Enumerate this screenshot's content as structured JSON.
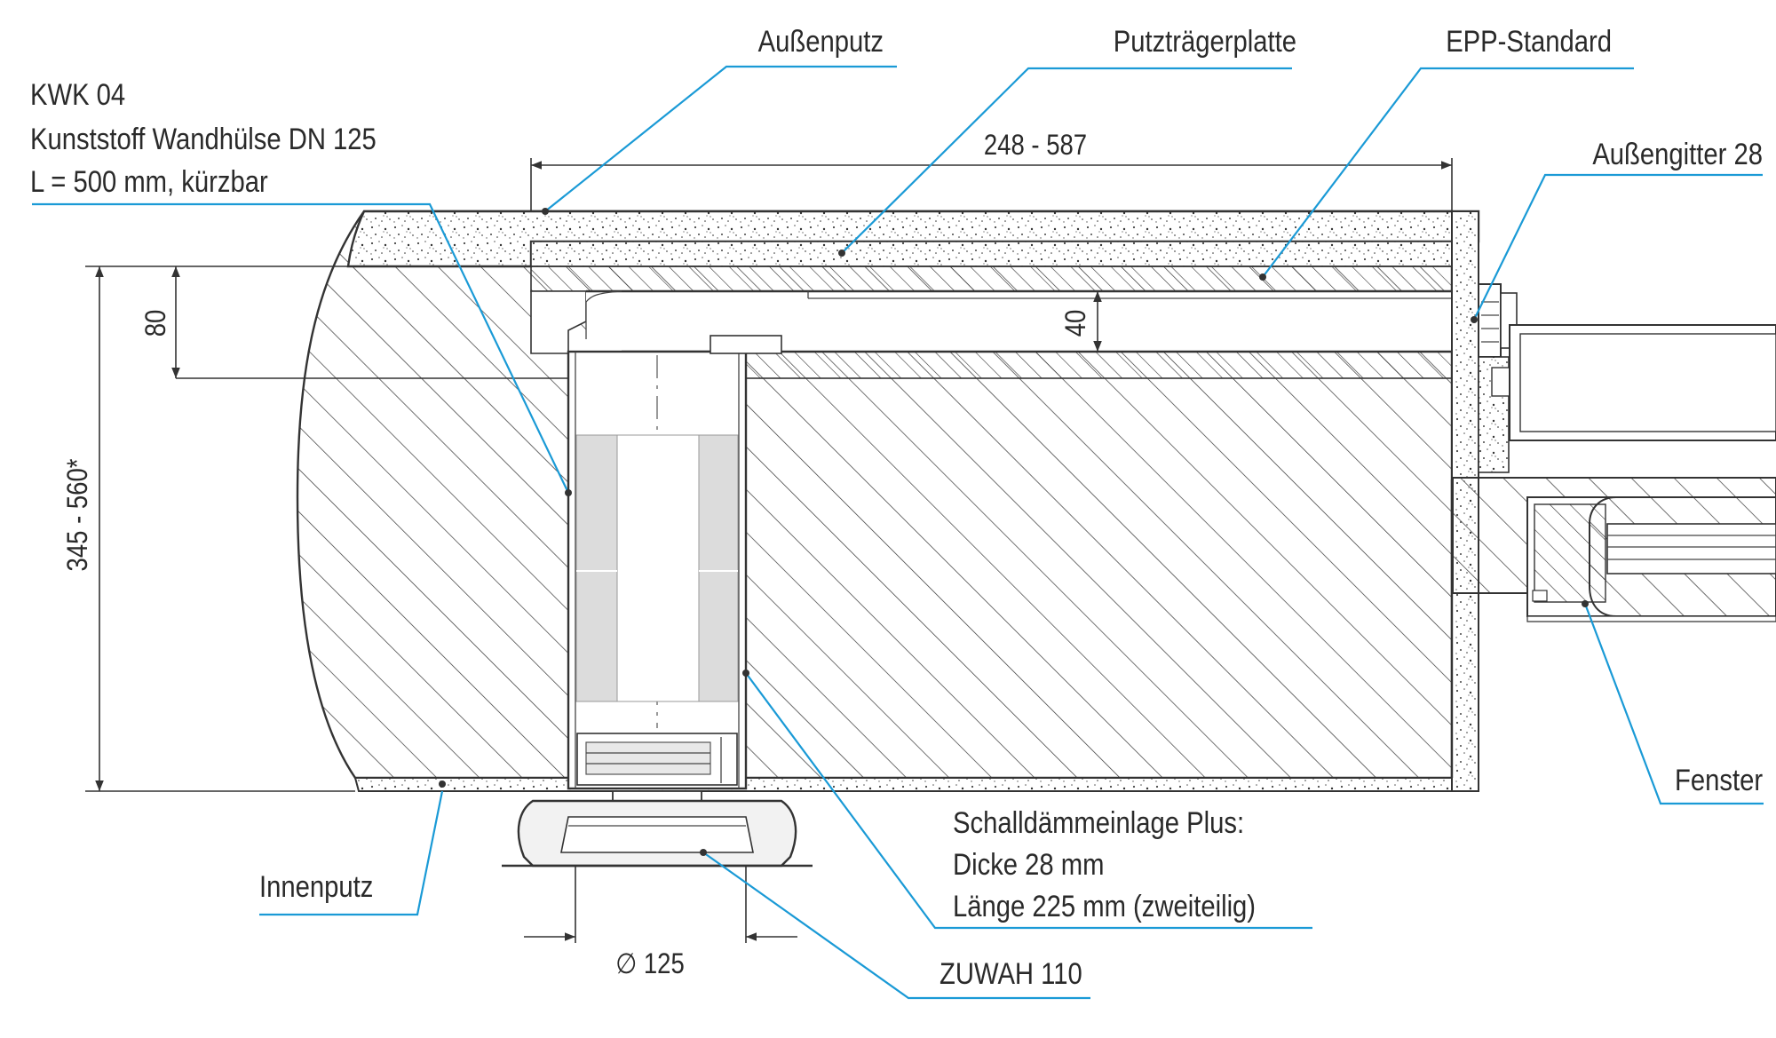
{
  "labels": {
    "aussenputz": "Außenputz",
    "putztraegerplatte": "Putzträgerplatte",
    "epp_standard": "EPP-Standard",
    "kwk_line1": "KWK 04",
    "kwk_line2": "Kunststoff Wandhülse DN 125",
    "kwk_line3": "L = 500 mm, kürzbar",
    "aussengitter": "Außengitter 28",
    "fenster": "Fenster",
    "innenputz": "Innenputz",
    "schall_line1": "Schalldämmeinlage Plus:",
    "schall_line2": "Dicke 28 mm",
    "schall_line3": "Länge 225 mm (zweiteilig)",
    "zuwah": "ZUWAH 110"
  },
  "dimensions": {
    "width_range": "248 - 587",
    "depth_range": "345 - 560*",
    "offset_80": "80",
    "gap_40": "40",
    "diameter": "∅ 125"
  },
  "colors": {
    "leader": "#1a9ad6",
    "line": "#333333",
    "insulation": "#dcdcdc"
  }
}
